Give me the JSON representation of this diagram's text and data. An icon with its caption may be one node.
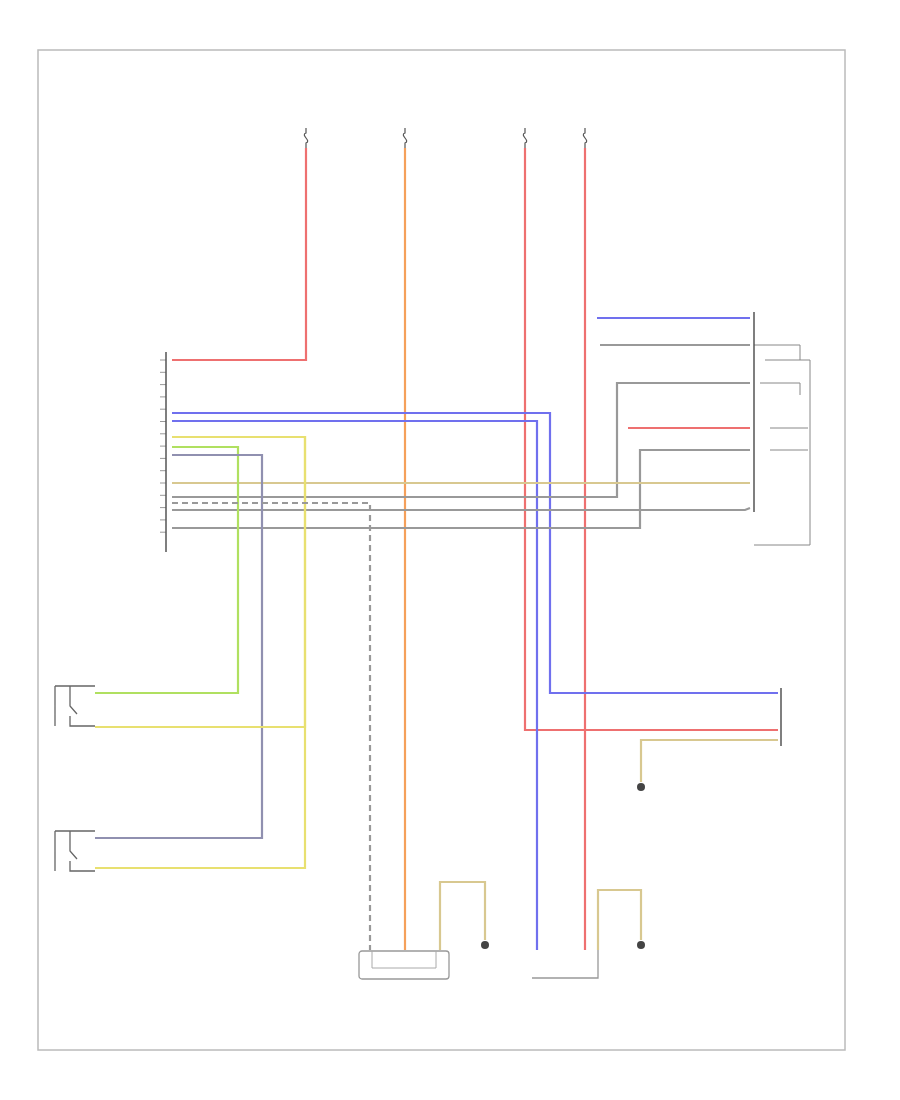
{
  "diagram": {
    "nodes": [
      {
        "text": [],
        "shape": "box"
      },
      {
        "text": [],
        "shape": "box"
      },
      {
        "text": [],
        "shape": "box"
      },
      {
        "text": [],
        "shape": "box"
      },
      {
        "text": [],
        "shape": "bar"
      },
      {
        "text": [],
        "shape": "bar"
      },
      {
        "text": [],
        "shape": "box"
      },
      {
        "text": [],
        "shape": "box"
      },
      {
        "text": [],
        "shape": "box"
      },
      {
        "text": [],
        "shape": "circle"
      },
      {
        "text": [],
        "shape": "box"
      },
      {
        "text": [],
        "shape": "circle"
      },
      {
        "text": [],
        "shape": "circle"
      },
      {
        "text": [],
        "shape": "bar"
      }
    ],
    "edges": [
      {
        "from": 0,
        "to": 4,
        "arrow": "none",
        "color": "#ee7070"
      },
      {
        "from": 1,
        "to": 8,
        "arrow": "none",
        "color": "#f5a05a"
      },
      {
        "from": 2,
        "to": 13,
        "arrow": "none",
        "color": "#ee7070"
      },
      {
        "from": 3,
        "to": 10,
        "arrow": "none",
        "color": "#ee7070"
      },
      {
        "from": 4,
        "to": 13,
        "arrow": "none",
        "color": "#7070ee"
      },
      {
        "from": 4,
        "to": 10,
        "arrow": "none",
        "color": "#7070ee"
      },
      {
        "from": null,
        "to": 5,
        "arrow": "none",
        "color": "#7070ee"
      },
      {
        "from": null,
        "to": 5,
        "arrow": "none"
      },
      {
        "from": 4,
        "to": 5,
        "arrow": "none"
      },
      {
        "from": null,
        "to": 5,
        "arrow": "none",
        "color": "#ee7070"
      },
      {
        "from": 4,
        "to": 5,
        "arrow": "none"
      },
      {
        "from": 4,
        "to": 5,
        "arrow": "none",
        "color": "#d8c890"
      },
      {
        "from": 4,
        "to": 5,
        "arrow": "none"
      },
      {
        "from": 4,
        "to": 6,
        "arrow": "none",
        "color": "#b0e060"
      },
      {
        "from": 4,
        "to": 7,
        "arrow": "none",
        "color": "#9090b0"
      },
      {
        "from": 4,
        "to": 7,
        "arrow": "none",
        "color": "#e8e070"
      },
      {
        "from": 4,
        "to": 6,
        "arrow": "none",
        "color": "#e8e070"
      },
      {
        "from": 4,
        "to": 8,
        "arrow": "none",
        "style": "dashed"
      },
      {
        "from": 8,
        "to": 9,
        "arrow": "none",
        "color": "#d8c890"
      },
      {
        "from": 10,
        "to": 11,
        "arrow": "none",
        "color": "#d8c890"
      },
      {
        "from": 13,
        "to": 12,
        "arrow": "none",
        "color": "#d8c890"
      }
    ]
  }
}
